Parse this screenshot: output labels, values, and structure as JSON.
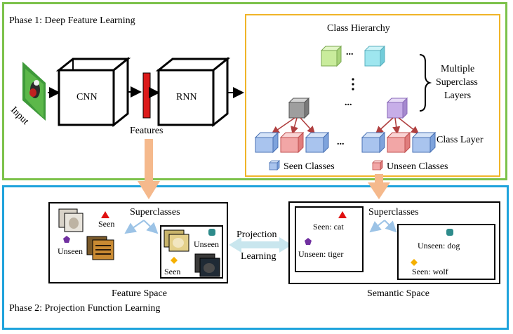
{
  "phase1": {
    "title": "Phase 1: Deep Feature Learning",
    "input_label": "Input",
    "cnn_label": "CNN",
    "rnn_label": "RNN",
    "features_label": "Features"
  },
  "hierarchy": {
    "title": "Class Hierarchy",
    "multi_superclass_label": [
      "Multiple",
      "Superclass",
      "Layers"
    ],
    "class_layer_label": "Class Layer",
    "ellipsis": "...",
    "legend_seen": "Seen Classes",
    "legend_unseen": "Unseen Classes"
  },
  "phase2": {
    "title": "Phase 2: Projection Function Learning",
    "projection_label": [
      "Projection",
      "Learning"
    ],
    "feature_space": {
      "caption": "Feature Space",
      "superclasses": "Superclasses",
      "seen": "Seen",
      "unseen": "Unseen",
      "unseen_right": "Unseen",
      "seen_right": "Seen"
    },
    "semantic_space": {
      "caption": "Semantic Space",
      "superclasses": "Superclasses",
      "seen_cat": "Seen: cat",
      "unseen_tiger": "Unseen: tiger",
      "unseen_dog": "Unseen: dog",
      "seen_wolf": "Seen: wolf"
    }
  },
  "colors": {
    "phase1_border": "#7cc24a",
    "phase2_border": "#1ea3dc",
    "hierarchy_border": "#f0b428",
    "orange_arrow": "#f5b98c",
    "blue_arrow": "#9cc3e6",
    "seen_cube": "#a9c4ee",
    "unseen_cube": "#f2a6a6",
    "superclass_green": "#c9ec9c",
    "superclass_cyan": "#9ee6ef",
    "superclass_gray": "#9e9e9e",
    "superclass_purple": "#c7aee8",
    "feature_bar": "#dc1a1a",
    "red_triangle": "#e01010",
    "purple_pentagon": "#7030a0",
    "teal_marker": "#2e8b8b",
    "gold_diamond": "#f5b000"
  }
}
